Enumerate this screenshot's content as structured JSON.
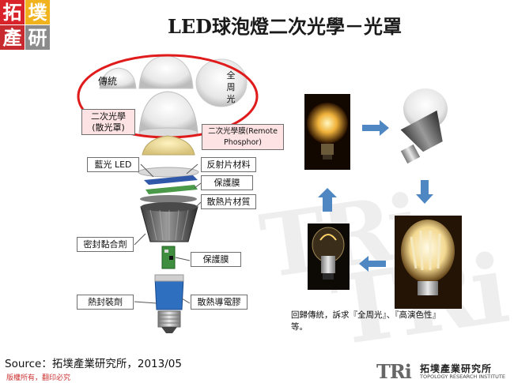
{
  "logo": {
    "chars": [
      "拓",
      "墣",
      "產",
      "研"
    ]
  },
  "title": "LED球泡燈二次光學－光罩",
  "diagram": {
    "labels": {
      "traditional": "傳統",
      "omni": [
        "全",
        "周",
        "光"
      ],
      "secondary_optics": "二次光學\n(散光罩)",
      "remote_phosphor": "二次光學膜(Remote\nPhosphor)",
      "blue_led": "藍光 LED",
      "reflector": "反射片材料",
      "protective_film_1": "保護膜",
      "heatsink_material": "散熱片材質",
      "sealant": "密封黏合劑",
      "protective_film_2": "保護膜",
      "heat_seal": "熱封裝劑",
      "thermal_glue": "散熱導電膠"
    }
  },
  "caption": "回歸傳統，訴求『全周光』、『高演色性』等。",
  "source": "Source：拓墣產業研究所，2013/05",
  "copyright": "版權所有，翻印必究",
  "tri_logo": {
    "mark": "TRi",
    "cn": "拓墣產業研究所",
    "en": "TOPOLOGY RESEARCH INSTITUTE"
  },
  "colors": {
    "accent_red": "#e01b1b",
    "arrow_blue": "#4f87c2"
  }
}
